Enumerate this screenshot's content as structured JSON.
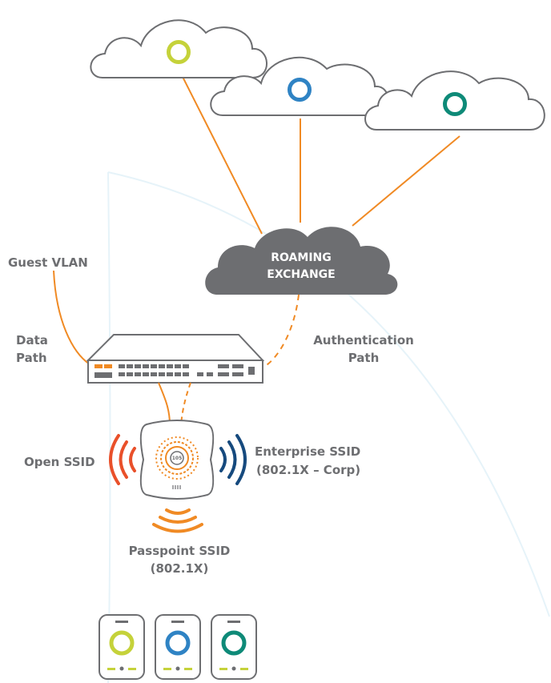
{
  "roaming_exchange": {
    "line1": "ROAMING",
    "line2": "EXCHANGE"
  },
  "labels": {
    "guest_vlan": "Guest VLAN",
    "data_path_1": "Data",
    "data_path_2": "Path",
    "auth_path_1": "Authentication",
    "auth_path_2": "Path",
    "open_ssid": "Open SSID",
    "enterprise_ssid_1": "Enterprise  SSID",
    "enterprise_ssid_2": "(802.1X – Corp)",
    "passpoint_ssid_1": "Passpoint SSID",
    "passpoint_ssid_2": "(802.1X)"
  },
  "access_point": {
    "badge": "105"
  },
  "colors": {
    "lime": "#c5d23a",
    "blue": "#2f83c4",
    "teal": "#0e8a78",
    "orange": "#f08a24",
    "red_orange": "#e9502a",
    "navy": "#164a7e",
    "cloud_gray": "#6d6e71",
    "text_gray": "#6d6e71"
  },
  "icons": {
    "providers": [
      "cloud-lime-ring-icon",
      "cloud-blue-ring-icon",
      "cloud-teal-ring-icon"
    ],
    "phones": [
      "phone-lime-icon",
      "phone-blue-icon",
      "phone-teal-icon"
    ]
  }
}
